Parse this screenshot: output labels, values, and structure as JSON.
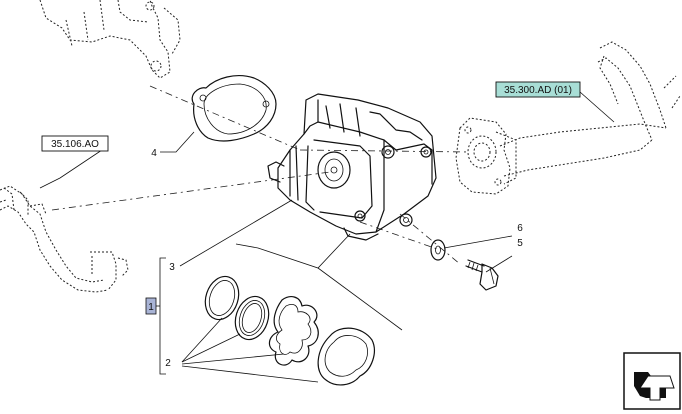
{
  "refs": {
    "left": "35.106.AO",
    "right": "35.300.AD (01)"
  },
  "callouts": {
    "c1": "1",
    "c2": "2",
    "c3": "3",
    "c4": "4",
    "c5": "5",
    "c6": "6"
  },
  "colors": {
    "line": "#111111",
    "ref_highlight": "#a8ded6",
    "callout_box": "#a9b4d6"
  },
  "icons": {
    "navigation": "arrow-navigation-icon"
  }
}
